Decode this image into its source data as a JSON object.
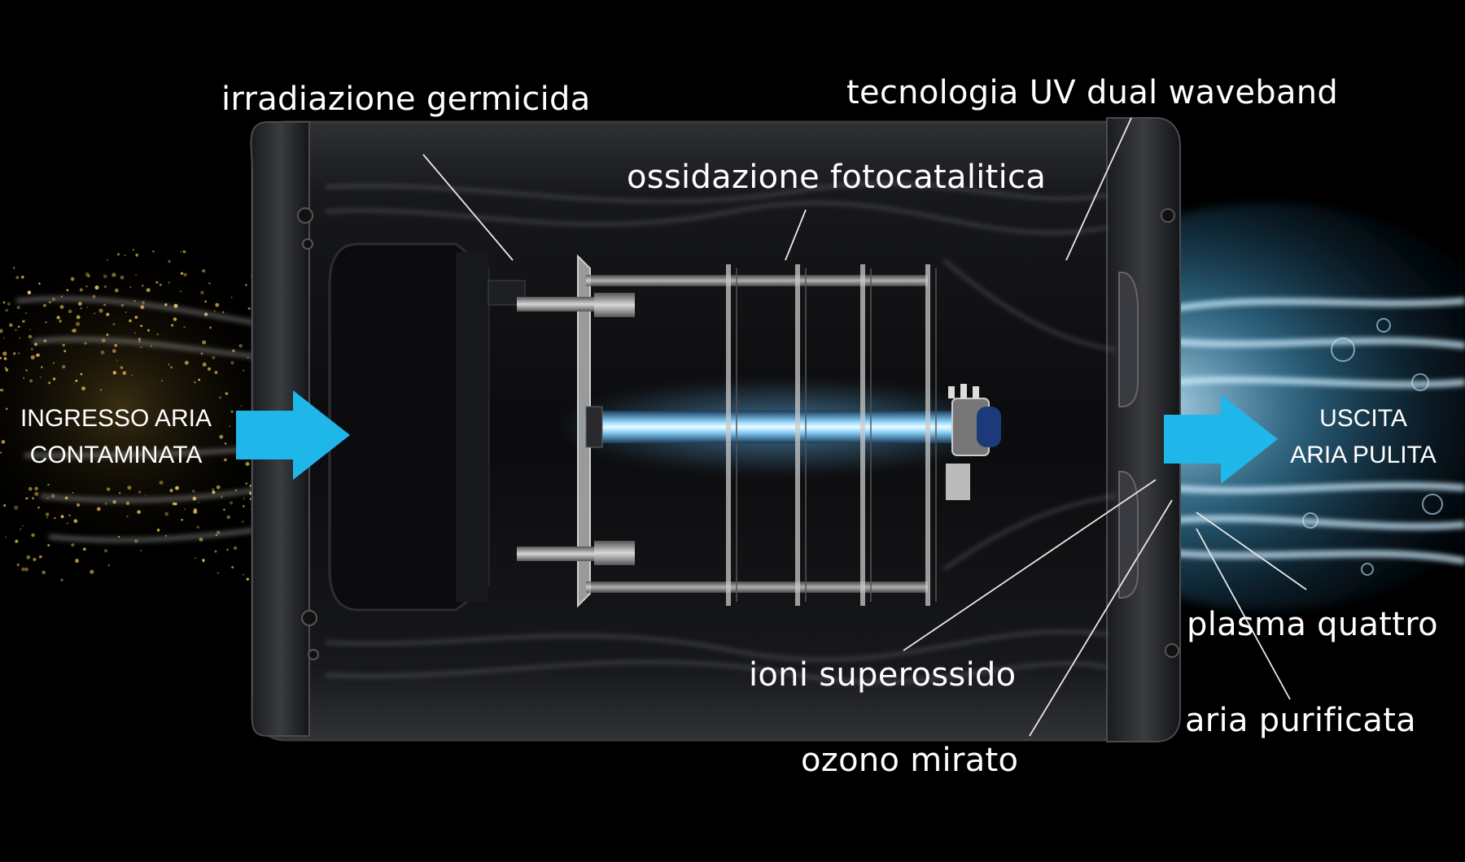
{
  "labels": {
    "germicidal": "irradiazione germicida",
    "photocatalytic": "ossidazione fotocatalitica",
    "dual_waveband": "tecnologia UV dual waveband",
    "plasma": "plasma quattro",
    "superoxide": "ioni superossido",
    "purified_air": "aria purificata",
    "ozone": "ozono mirato"
  },
  "inlet": {
    "line1": "INGRESSO ARIA",
    "line2": "CONTAMINATA"
  },
  "outlet": {
    "line1": "USCITA",
    "line2": "ARIA PULITA"
  },
  "colors": {
    "background": "#000000",
    "arrow": "#1fb6ea",
    "uv_lamp": "#bfe9ff",
    "clean_air": "#7fd0f5",
    "dust": "#c9a23a",
    "housing": "#2a2c30"
  }
}
